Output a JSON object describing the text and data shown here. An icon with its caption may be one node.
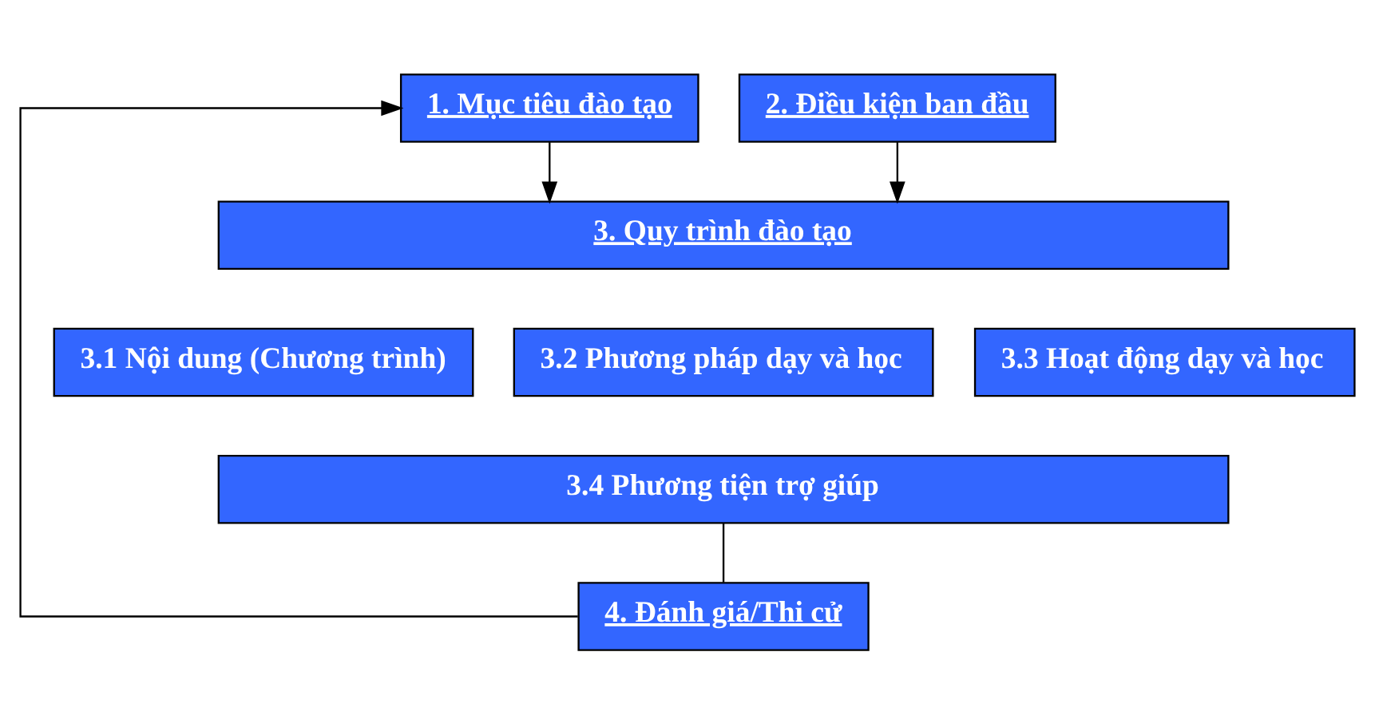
{
  "diagram": {
    "nodes": [
      {
        "text": [
          "1. Mục tiêu đào tạo"
        ]
      },
      {
        "text": [
          "2. Điều kiện ban đầu"
        ]
      },
      {
        "text": [
          "3. Quy trình đào tạo"
        ]
      },
      {
        "text": [
          "3.1 Nội dung (Chương trình)"
        ]
      },
      {
        "text": [
          "3.2 Phương pháp dạy và học"
        ]
      },
      {
        "text": [
          "3.3 Hoạt động dạy và học"
        ]
      },
      {
        "text": [
          "3.4 Phương tiện trợ giúp"
        ]
      },
      {
        "text": [
          "4. Đánh giá/Thi cử"
        ]
      }
    ],
    "edges": [
      {
        "from": 0,
        "to": 2,
        "arrow": "to"
      },
      {
        "from": 1,
        "to": 2,
        "arrow": "to"
      },
      {
        "from": 6,
        "to": 7,
        "arrow": "none"
      },
      {
        "from": 7,
        "to": 0,
        "arrow": "to"
      }
    ]
  }
}
